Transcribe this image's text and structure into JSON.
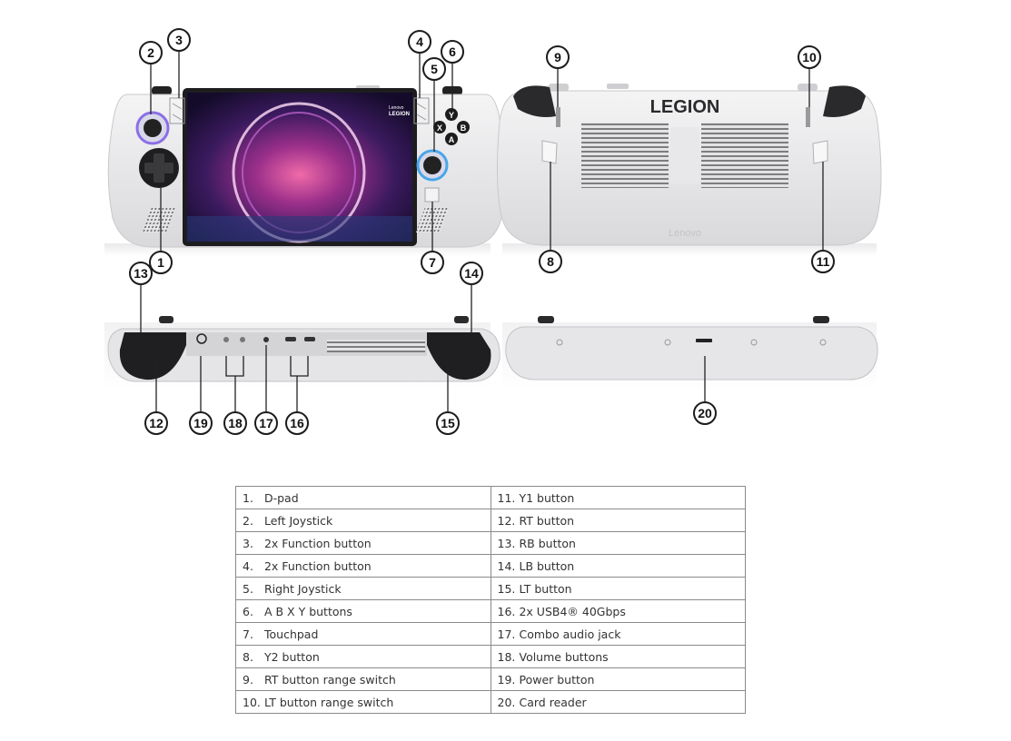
{
  "brand": {
    "front_logo": "LEGION",
    "front_logo_small": "Lenovo",
    "back_logo": "LEGION",
    "back_sub": "Lenovo"
  },
  "face_buttons": [
    "Y",
    "X",
    "B",
    "A"
  ],
  "callouts": [
    "1",
    "2",
    "3",
    "4",
    "5",
    "6",
    "7",
    "8",
    "9",
    "10",
    "11",
    "12",
    "13",
    "14",
    "15",
    "16",
    "17",
    "18",
    "19",
    "20"
  ],
  "legend": [
    {
      "num": "1.",
      "label": "D-pad"
    },
    {
      "num": "2.",
      "label": "Left Joystick"
    },
    {
      "num": "3.",
      "label": "2x Function button"
    },
    {
      "num": "4.",
      "label": "2x Function button"
    },
    {
      "num": "5.",
      "label": "Right Joystick"
    },
    {
      "num": "6.",
      "label": "A B X Y buttons"
    },
    {
      "num": "7.",
      "label": "Touchpad"
    },
    {
      "num": "8.",
      "label": "Y2 button"
    },
    {
      "num": "9.",
      "label": "RT button range switch"
    },
    {
      "num": "10.",
      "label": "LT button range switch"
    },
    {
      "num": "11.",
      "label": "Y1 button"
    },
    {
      "num": "12.",
      "label": "RT button"
    },
    {
      "num": "13.",
      "label": "RB button"
    },
    {
      "num": "14.",
      "label": "LB button"
    },
    {
      "num": "15.",
      "label": "LT button"
    },
    {
      "num": "16.",
      "label": "2x USB4® 40Gbps"
    },
    {
      "num": "17.",
      "label": "Combo audio jack"
    },
    {
      "num": "18.",
      "label": "Volume buttons"
    },
    {
      "num": "19.",
      "label": "Power button"
    },
    {
      "num": "20.",
      "label": "Card reader"
    }
  ]
}
